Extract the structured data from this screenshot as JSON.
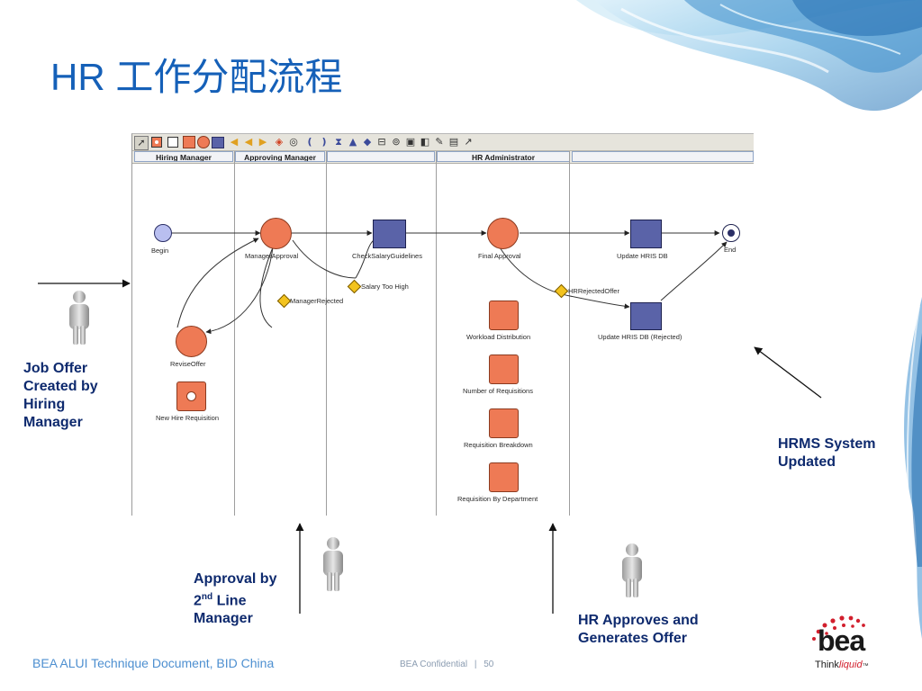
{
  "slide": {
    "title": "HR 工作分配流程",
    "footer_left": "BEA ALUI Technique Document, BID China",
    "footer_confidential": "BEA Confidential",
    "footer_separator": "|",
    "page_number": "50"
  },
  "diagram": {
    "toolbar_icons": [
      "pointer-tool-icon",
      "start-node-icon",
      "task-icon",
      "activity-icon",
      "circle-node-icon",
      "rectangle-node-icon",
      "left-arrow-icon",
      "left-right-arrow-icon",
      "right-arrow-icon",
      "decision-icon",
      "ring-icon",
      "left-bracket-icon",
      "right-bracket-icon",
      "hourglass-icon",
      "triangle-icon",
      "diamond-icon",
      "split-icon",
      "join-icon",
      "document-icon",
      "page-icon",
      "edit-icon",
      "window-icon",
      "link-icon"
    ],
    "lanes": [
      "Hiring Manager",
      "Approving Manager",
      "",
      "HR Administrator",
      ""
    ],
    "nodes": {
      "begin": "Begin",
      "manager_approval": "ManagerApproval",
      "check_salary": "CheckSalaryGuidelines",
      "final_approval": "Final Approval",
      "update_hris": "Update HRIS DB",
      "end": "End",
      "revise_offer": "ReviseOffer",
      "new_hire_requisition": "New Hire Requisition",
      "workload_distribution": "Workload Distribution",
      "number_of_requisitions": "Number of Requisitions",
      "requisition_breakdown": "Requisition Breakdown",
      "requisition_by_department": "Requisition By Department",
      "update_hris_rejected": "Update HRIS DB (Rejected)"
    },
    "conditions": {
      "salary_too_high": "Salary Too High",
      "manager_rejected": "ManagerRejected",
      "hr_rejected_offer": "HRRejectedOffer"
    }
  },
  "callouts": {
    "job_offer": [
      "Job Offer",
      "Created by",
      "Hiring",
      "Manager"
    ],
    "approval_line1": "Approval by",
    "approval_num": "2",
    "approval_sup": "nd",
    "approval_line2_rest": " Line",
    "approval_line3": "Manager",
    "hr_approves": [
      "HR Approves and",
      "Generates Offer"
    ],
    "hrms": [
      "HRMS System",
      "Updated"
    ]
  },
  "logo": {
    "brand": "bea",
    "tagline_think": "Think",
    "tagline_liquid": "liquid",
    "tagline_tm": "™"
  },
  "colors": {
    "title": "#1560b8",
    "callout_text": "#0e2a6e",
    "activity_fill": "#ee7a55",
    "task_fill": "#5a63a8",
    "logo_red": "#d21f2d"
  }
}
